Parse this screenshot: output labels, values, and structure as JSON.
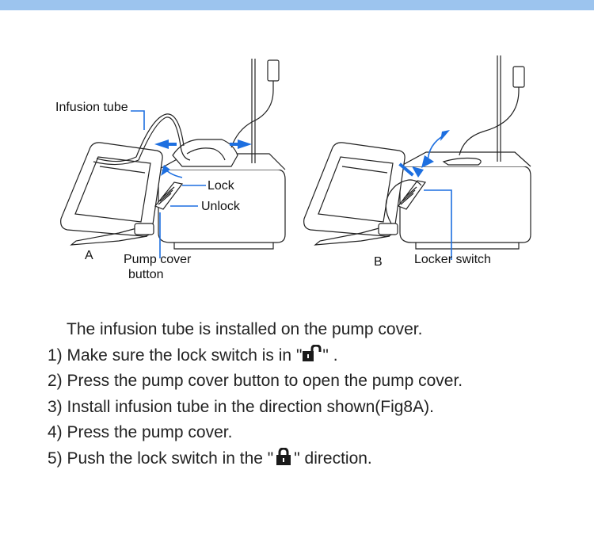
{
  "figure": {
    "label_infusion_tube": "Infusion tube",
    "label_lock": "Lock",
    "label_unlock": "Unlock",
    "label_pump_cover_line1": "Pump cover",
    "label_pump_cover_line2": "button",
    "label_fig_a": "A",
    "label_fig_b": "B",
    "label_locker_switch": "Locker switch",
    "accent_color": "#1d6fe0"
  },
  "instructions": {
    "intro": "The infusion tube is installed on the pump cover.",
    "step1_prefix": "1) Make sure the lock switch is in \"",
    "step1_suffix": "\" .",
    "step1_icon": "unlocked-padlock-icon",
    "step2": "2) Press the pump cover button to open the pump cover.",
    "step3": "3) Install infusion tube in the direction shown(Fig8A).",
    "step4": "4) Press the pump cover.",
    "step5_prefix": "5) Push the lock switch in the \"",
    "step5_suffix": "\" direction.",
    "step5_icon": "locked-padlock-icon"
  }
}
